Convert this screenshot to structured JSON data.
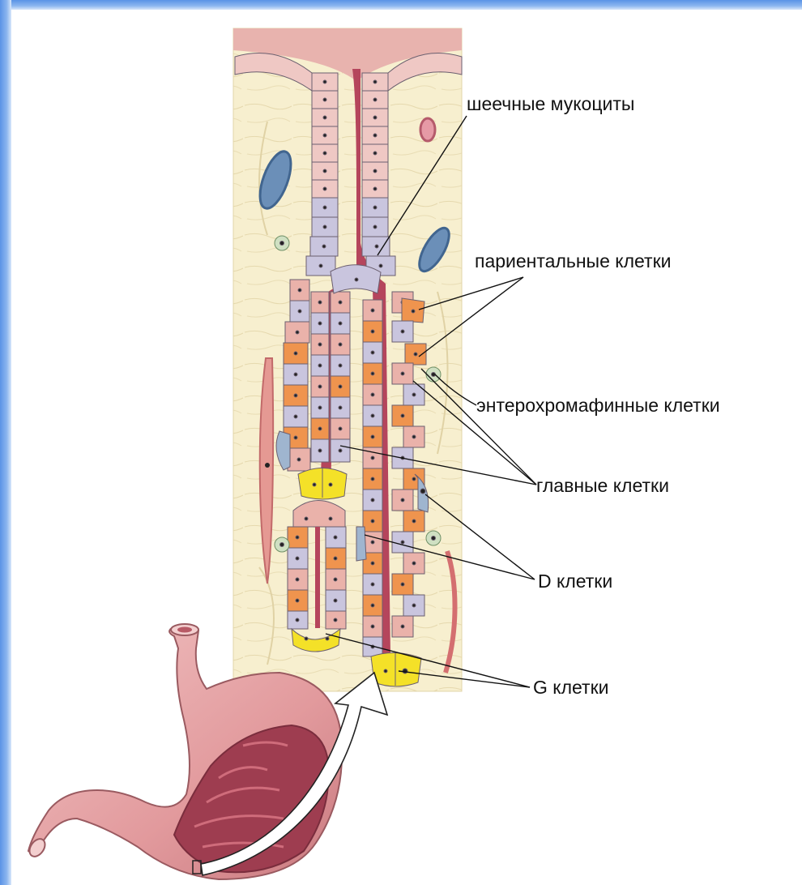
{
  "labels": {
    "neck_mucocytes": "шеечные мукоциты",
    "parietal_cells": "париентальные клетки",
    "enterochromaffin_cells": "энтерохромафинные клетки",
    "chief_cells": "главные клетки",
    "d_cells": "D клетки",
    "g_cells": "G клетки"
  },
  "colors": {
    "frame": "#6fa3ea",
    "tissue_background": "#f7efcf",
    "lumen": "#b5455c",
    "surface_epithelium": "#efc8c4",
    "mucous_neck_cell": "#c9c5de",
    "chief_cell": "#eab2aa",
    "parietal_cell": "#ef944e",
    "g_cell": "#f4e128",
    "d_cell": "#9fb5cf",
    "enterochromaffin_cell": "#cfe0c2",
    "stomach": "#e9a3a6"
  }
}
